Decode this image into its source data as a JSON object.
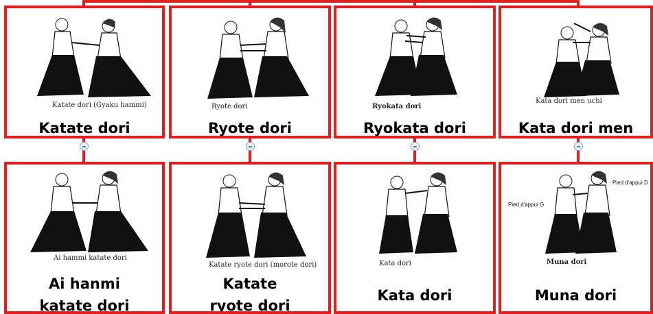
{
  "colors": {
    "frame": "#e02020",
    "toggle": "#4a6fb5"
  },
  "top_row": [
    {
      "title": "Katate dori",
      "caption": "Katate dori (Gyaku hammi)"
    },
    {
      "title": "Ryote dori",
      "caption": "Ryote dori"
    },
    {
      "title": "Ryokata dori",
      "caption": "Ryokata dori"
    },
    {
      "title": "Kata dori men uchi",
      "caption": "Kata dori men uchi"
    }
  ],
  "bottom_row": [
    {
      "title_line1": "Ai hanmi",
      "title_line2": "katate dori",
      "caption": "Ai hammi katate dori"
    },
    {
      "title_line1": "Katate",
      "title_line2": "ryote dori",
      "caption": "Katate ryote dori (morote dori)"
    },
    {
      "title": "Kata dori",
      "caption": "Kata dori"
    },
    {
      "title": "Muna dori",
      "caption": "Muna dori",
      "note_left": "Pied d'appui G",
      "note_right": "Pied d'appui D"
    }
  ],
  "toggle_icon": "collapse-minus-icon"
}
